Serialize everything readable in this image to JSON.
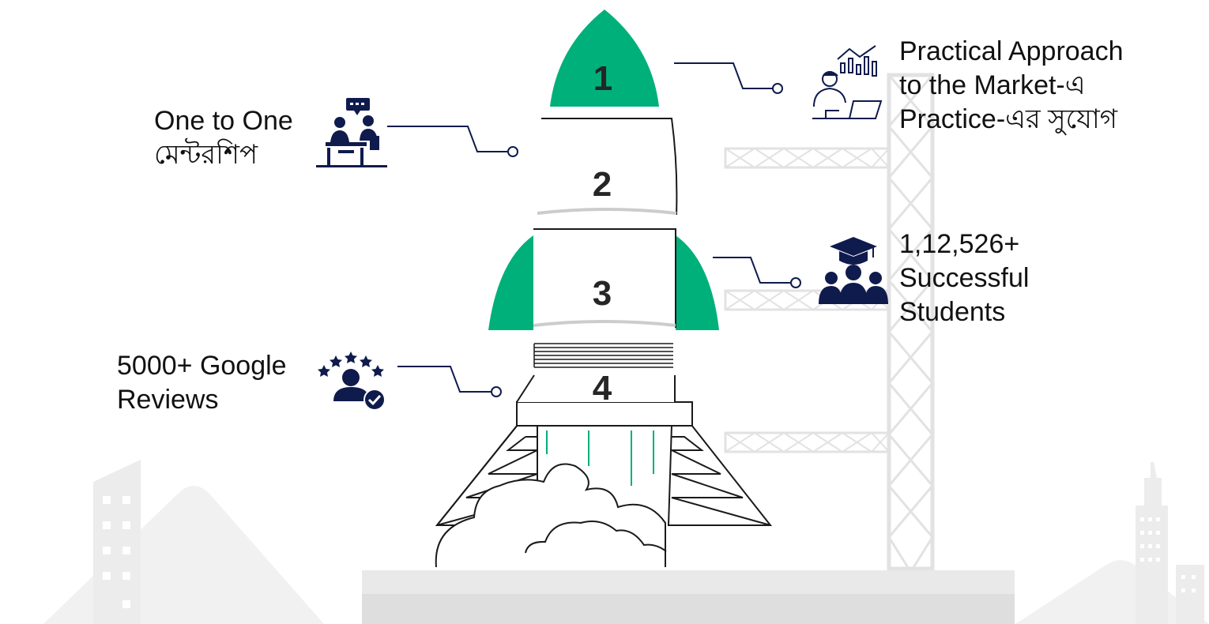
{
  "colors": {
    "accent": "#00b07a",
    "navy": "#0f1b4d",
    "outline": "#1a1a1a",
    "background_gray": "#efefef",
    "number": "#262626"
  },
  "rocket": {
    "stages": [
      {
        "number": "1"
      },
      {
        "number": "2"
      },
      {
        "number": "3"
      },
      {
        "number": "4"
      }
    ]
  },
  "features": {
    "market_practice": {
      "icon": "trader-chart-icon",
      "lines": [
        "Practical Approach",
        "to the Market-এ",
        "Practice-এর সুযোগ"
      ]
    },
    "mentorship": {
      "icon": "mentoring-session-icon",
      "lines": [
        "One to One",
        "মেন্টরশিপ"
      ]
    },
    "students": {
      "icon": "graduate-group-icon",
      "lines": [
        "1,12,526+",
        "Successful",
        "Students"
      ]
    },
    "reviews": {
      "icon": "star-rating-user-icon",
      "lines": [
        "5000+ Google",
        "Reviews"
      ]
    }
  }
}
